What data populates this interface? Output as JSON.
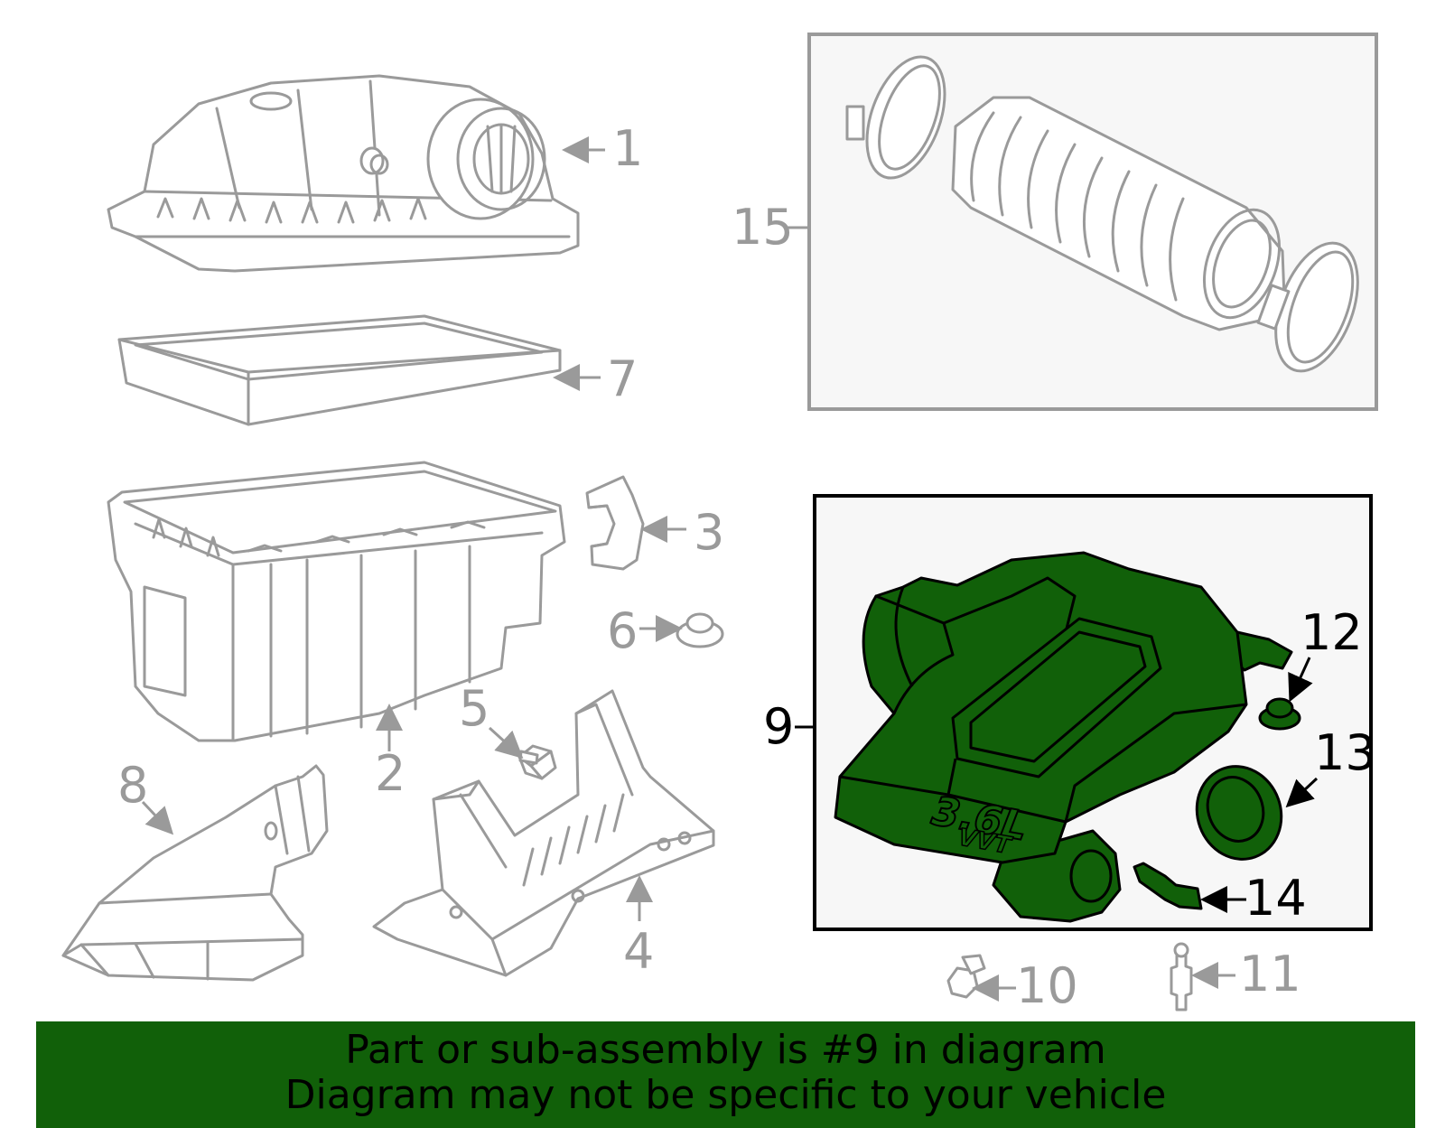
{
  "callouts": [
    "1",
    "2",
    "3",
    "4",
    "5",
    "6",
    "7",
    "8",
    "9",
    "10",
    "11",
    "12",
    "13",
    "14",
    "15"
  ],
  "highlighted_callout": "9",
  "part_cover_text": {
    "line1": "3.6L",
    "line2": "VVT"
  },
  "banner": {
    "line1": "Part or sub-assembly is #9 in diagram",
    "line2": "Diagram may not be specific to your vehicle"
  },
  "colors": {
    "highlight_green": "#116009",
    "banner_green": "#116009",
    "diagram_gray": "#9a9a9a",
    "panel_background": "#f7f7f7"
  }
}
